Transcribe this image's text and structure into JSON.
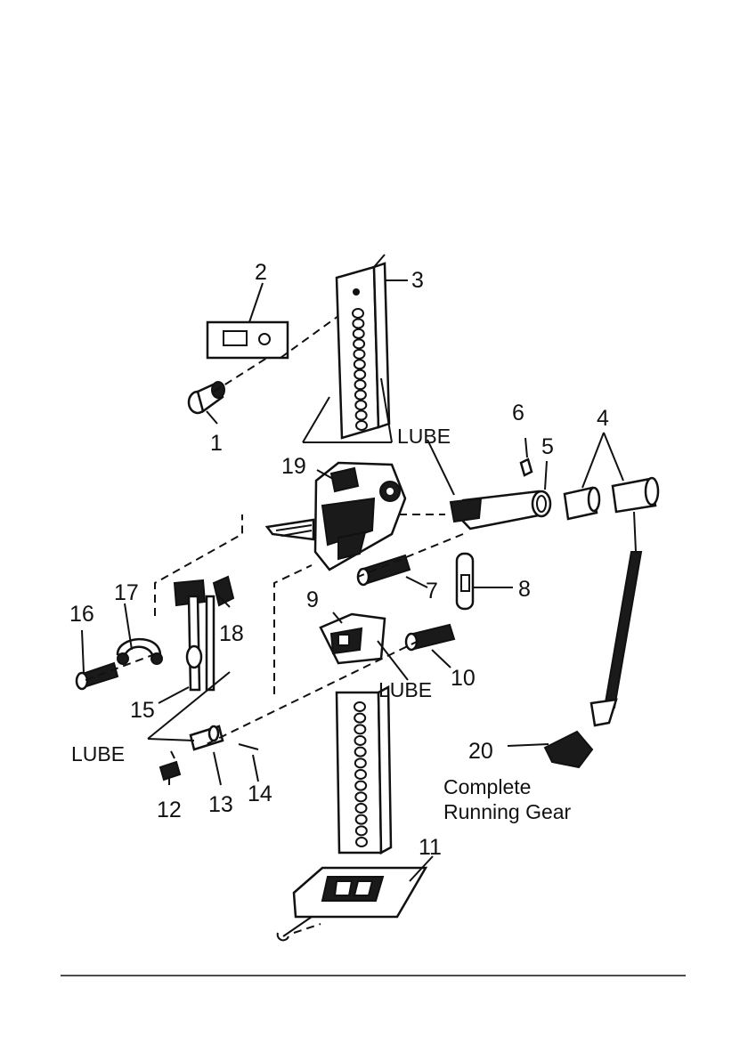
{
  "diagram": {
    "part_numbers": [
      "1",
      "2",
      "3",
      "4",
      "5",
      "6",
      "7",
      "8",
      "9",
      "10",
      "11",
      "12",
      "13",
      "14",
      "15",
      "16",
      "17",
      "18",
      "19",
      "20"
    ],
    "lube_label": "LUBE",
    "caption_line1": "Complete",
    "caption_line2": "Running Gear"
  }
}
